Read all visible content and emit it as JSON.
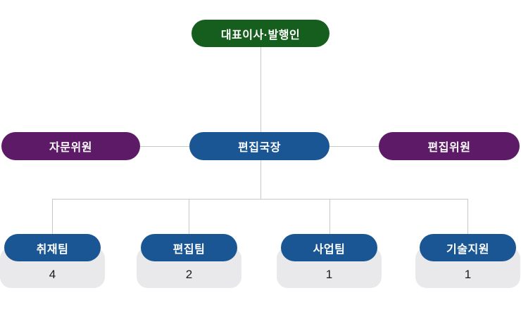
{
  "colors": {
    "root_bg": "#165e1d",
    "secondary_bg": "#5d1a66",
    "primary_bg": "#1b5694",
    "count_bg": "#e9e9eb",
    "connector": "#c9c9c9",
    "node_text": "#ffffff",
    "count_text": "#1b1b1b",
    "background": "#ffffff"
  },
  "org": {
    "root": {
      "label": "대표이사·발행인"
    },
    "level2": {
      "left": {
        "label": "자문위원"
      },
      "center": {
        "label": "편집국장"
      },
      "right": {
        "label": "편집위원"
      }
    },
    "teams": [
      {
        "label": "취재팀",
        "count": "4"
      },
      {
        "label": "편집팀",
        "count": "2"
      },
      {
        "label": "사업팀",
        "count": "1"
      },
      {
        "label": "기술지원",
        "count": "1"
      }
    ]
  }
}
